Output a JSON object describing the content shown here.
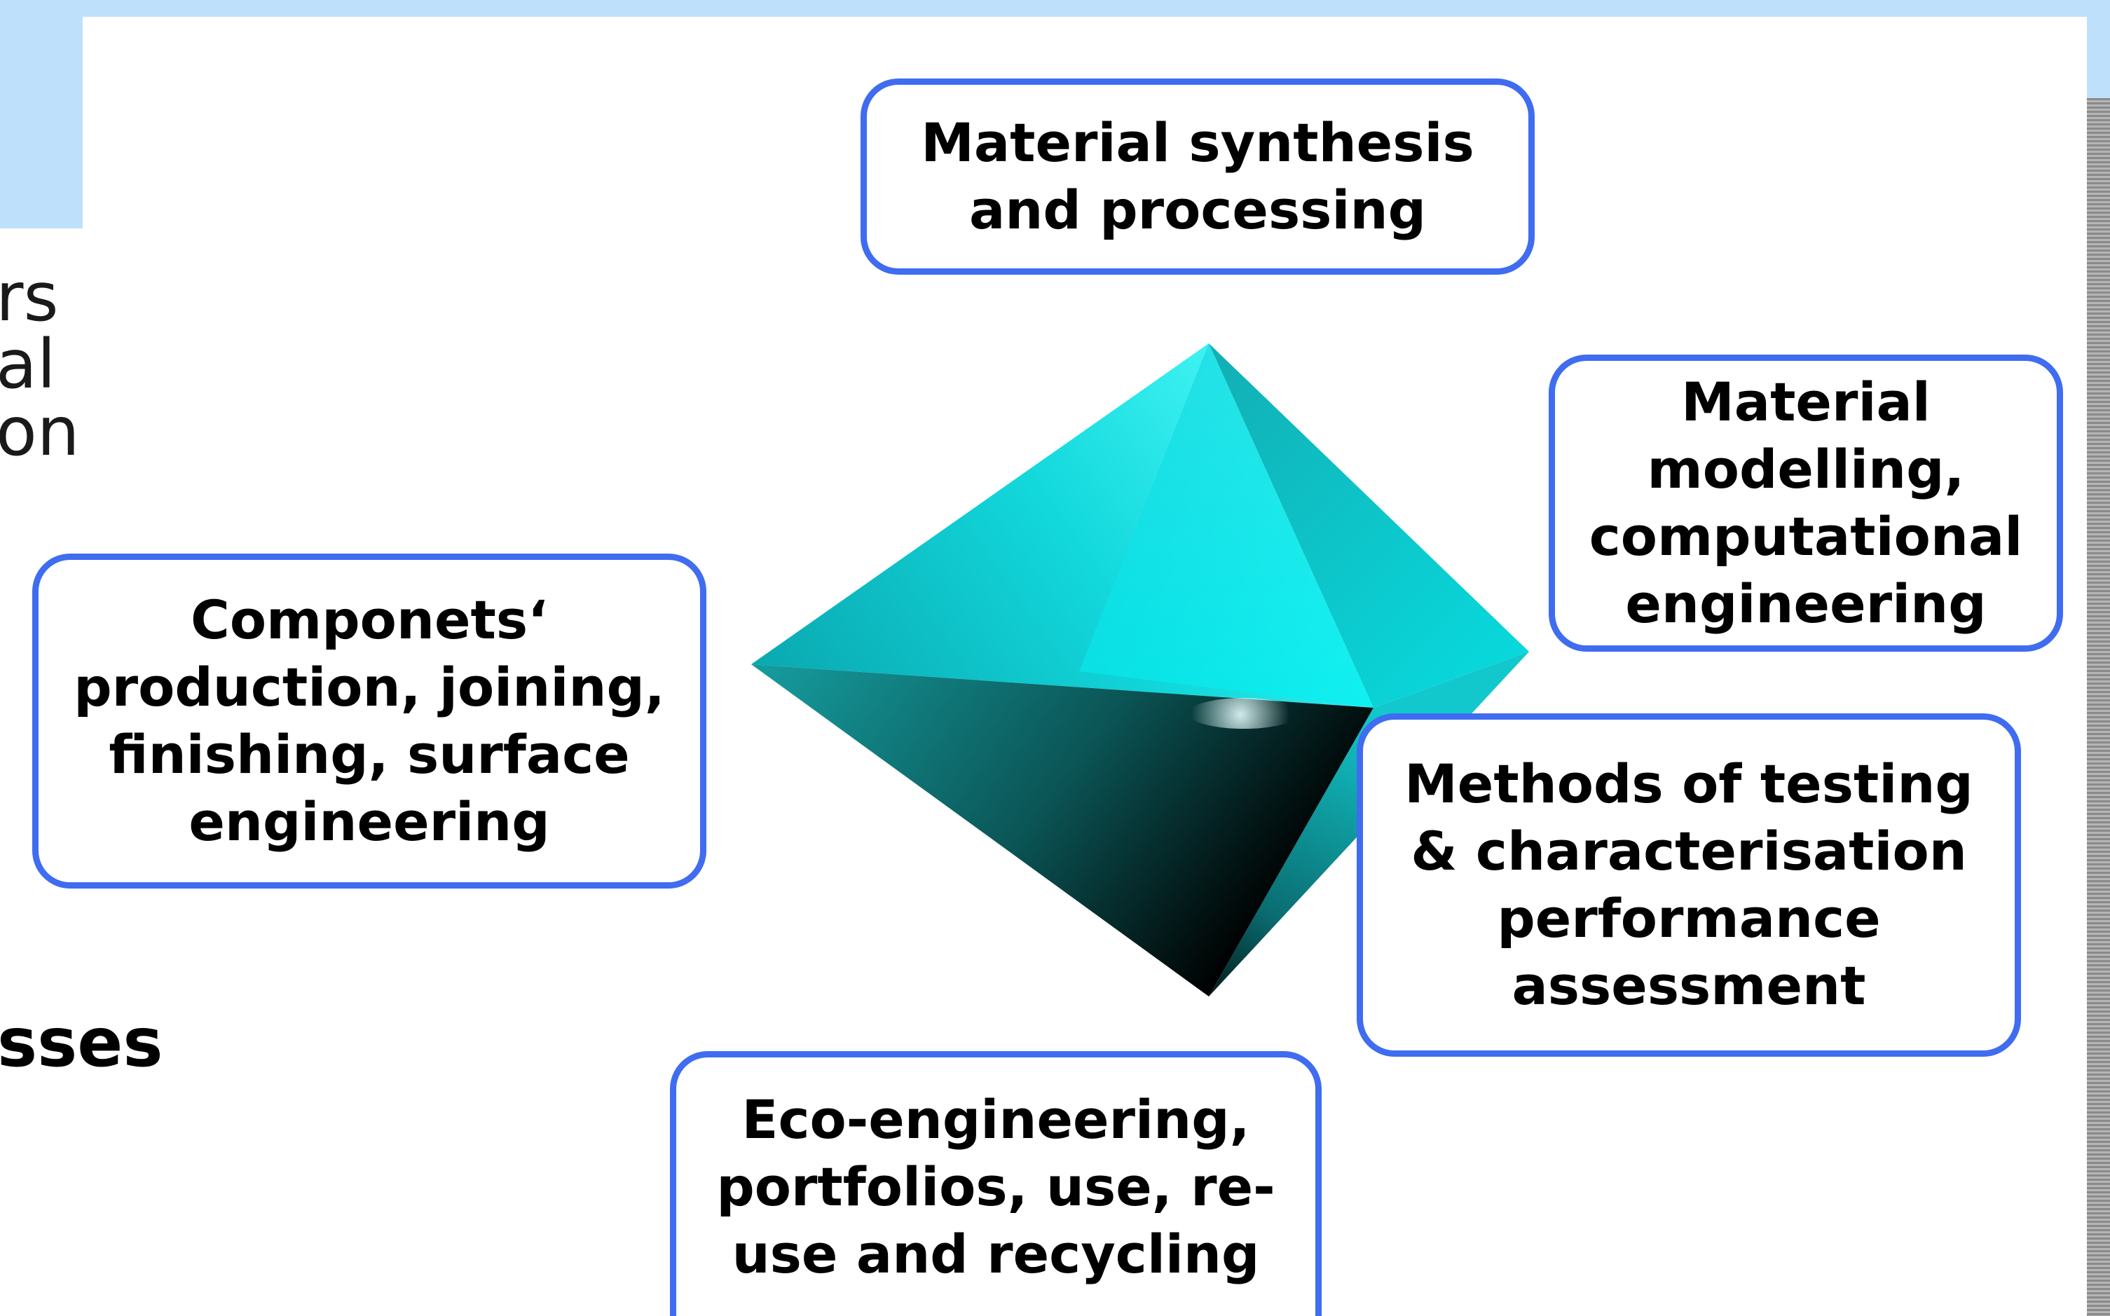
{
  "background_fragments": {
    "lines": [
      "rs",
      "al",
      "on"
    ],
    "bold_line": "sses"
  },
  "diagram": {
    "center_shape": "octahedron",
    "center_color": "#00e5e5",
    "boxes": {
      "synthesis": {
        "lines": [
          "Material synthesis",
          "and processing"
        ]
      },
      "modelling": {
        "lines": [
          "Material",
          "modelling,",
          "computational",
          "engineering"
        ]
      },
      "components": {
        "lines": [
          "Componets‘",
          "production, joining,",
          "finishing, surface",
          "engineering"
        ]
      },
      "testing": {
        "lines": [
          "Methods of testing",
          "& characterisation",
          "performance",
          "assessment"
        ]
      },
      "eco": {
        "lines": [
          "Eco-engineering,",
          "portfolios, use, re-",
          "use and recycling"
        ]
      }
    }
  },
  "colors": {
    "box_border": "#3f6cf0",
    "header_band": "#bfe0fb"
  }
}
